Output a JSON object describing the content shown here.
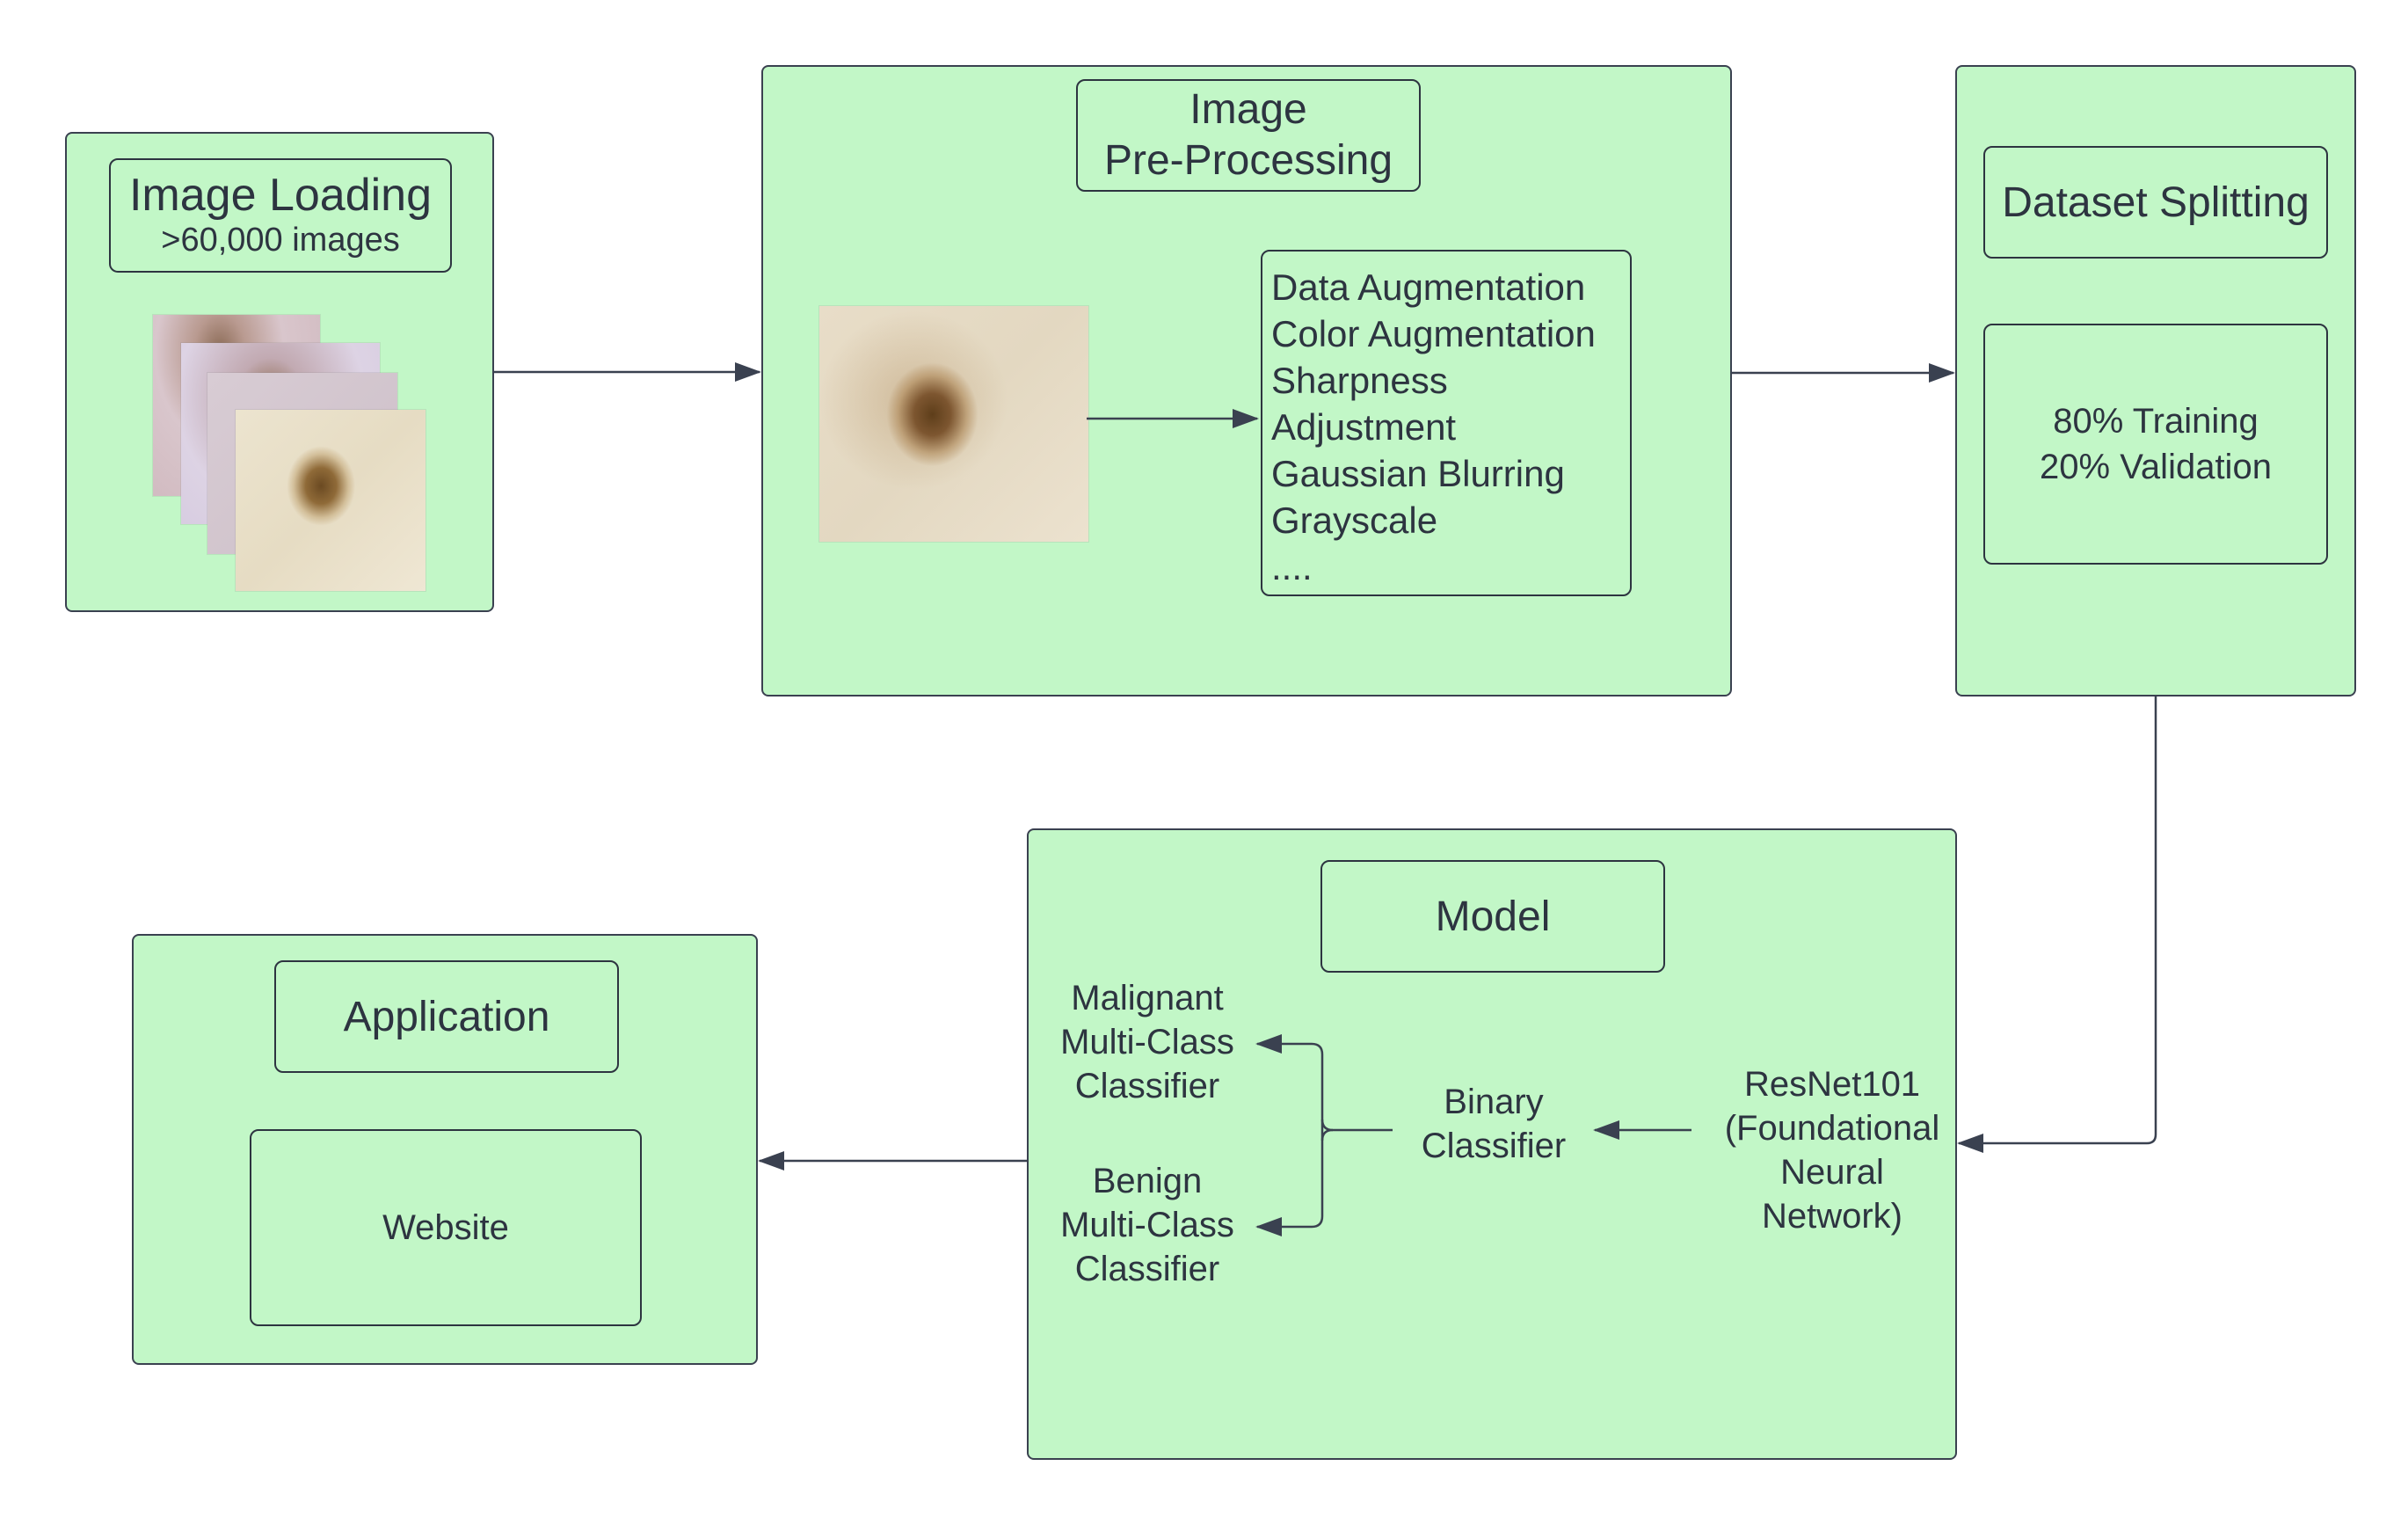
{
  "image_loading": {
    "title": "Image Loading",
    "subtitle": ">60,000 images"
  },
  "preprocessing": {
    "title_line1": "Image",
    "title_line2": "Pre-Processing",
    "steps": [
      "Data Augmentation",
      "Color Augmentation",
      "Sharpness",
      "Adjustment",
      "Gaussian Blurring",
      "Grayscale",
      "...."
    ]
  },
  "dataset_splitting": {
    "title": "Dataset Splitting",
    "split_line1": "80% Training",
    "split_line2": "20% Validation"
  },
  "model": {
    "title": "Model",
    "resnet": [
      "ResNet101",
      "(Foundational",
      "Neural",
      "Network)"
    ],
    "binary": [
      "Binary",
      "Classifier"
    ],
    "malignant": [
      "Malignant",
      "Multi-Class",
      "Classifier"
    ],
    "benign": [
      "Benign",
      "Multi-Class",
      "Classifier"
    ]
  },
  "application": {
    "title": "Application",
    "website": "Website"
  },
  "colors": {
    "panel_fill": "#c2f7c7",
    "stroke": "#2d3440"
  }
}
